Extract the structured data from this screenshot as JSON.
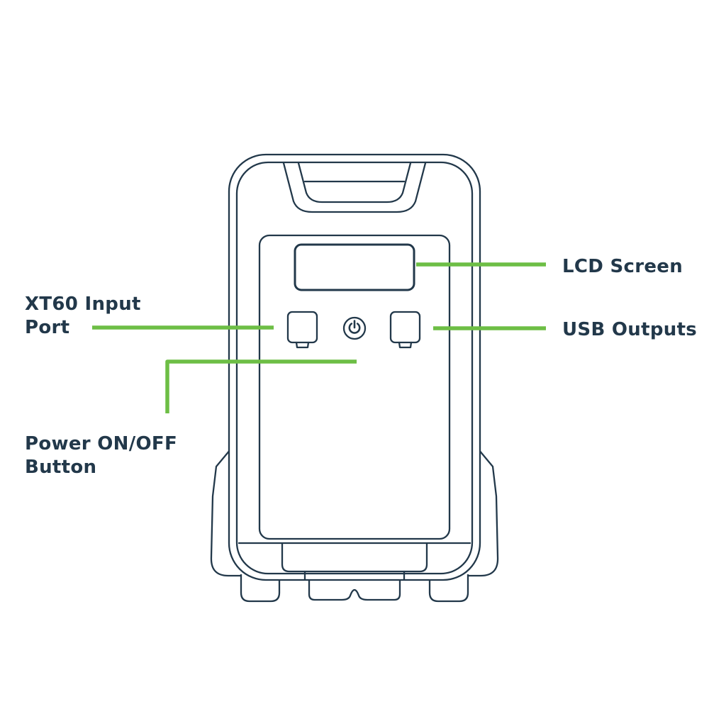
{
  "diagram": {
    "subject": "portable power station front view",
    "labels": {
      "lcd": "LCD Screen",
      "xt60": "XT60 Input\nPort",
      "usb": "USB Outputs",
      "power": "Power ON/OFF\nButton"
    },
    "icons": {
      "power_button": "power-icon"
    },
    "colors": {
      "outline": "#22384a",
      "accent": "#6dbe45",
      "background": "#ffffff"
    }
  }
}
